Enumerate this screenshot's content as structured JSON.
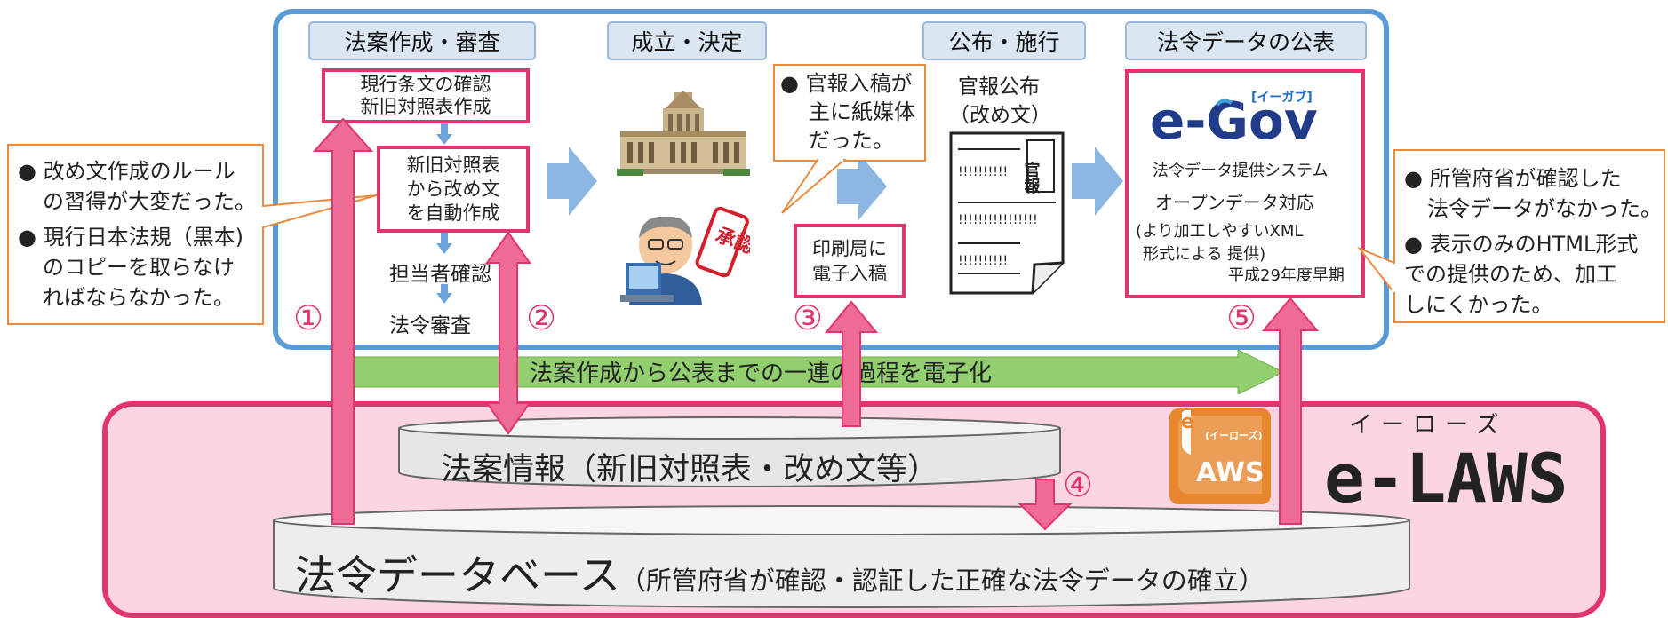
{
  "stages": {
    "s1": "法案作成・審査",
    "s2": "成立・決定",
    "s3": "公布・施行",
    "s4": "法令データの公表"
  },
  "step1": {
    "box1_line1": "現行条文の確認",
    "box1_line2": "新旧対照表作成",
    "box2_line1": "新旧対照表",
    "box2_line2": "から改め文",
    "box2_line3": "を自動作成",
    "check": "担当者確認",
    "review": "法令審査"
  },
  "left_note": {
    "b1_line1": "●  改め文作成のルール",
    "b1_line2": "の習得が大変だった。",
    "b2_line1": "●  現行日本法規（黒本)",
    "b2_line2": "のコピーを取らなけ",
    "b2_line3": "ればならなかった。"
  },
  "step2": {
    "stamp": "承認"
  },
  "gazette_note": {
    "line1": "●  官報入稿が",
    "line2": "主に紙媒体",
    "line3": "だった。"
  },
  "print_box": {
    "line1": "印刷局に",
    "line2": "電子入稿"
  },
  "promulgation": {
    "line1": "官報公布",
    "line2": "（改め文）",
    "paper_tag": "官報"
  },
  "egov": {
    "logo_text": "e-Gov",
    "logo_sub": "[イーガブ]",
    "line1": "法令データ提供システム",
    "line2": "オープンデータ対応",
    "line3": "(より加工しやすいXML",
    "line4": "形式による 提供)",
    "line5": "平成29年度早期"
  },
  "right_note": {
    "b1_line1": "●  所管府省が確認した",
    "b1_line2": "法令データがなかった。",
    "b2_line1": "●  表示のみのHTML形式",
    "b2_line2": "での提供のため、加工",
    "b2_line3": "しにくかった。"
  },
  "numbers": [
    "①",
    "②",
    "③",
    "④",
    "⑤"
  ],
  "digitize_arrow": "法案作成から公表までの一連の過程を電子化",
  "bill_db": "法案情報（新旧対照表・改め文等）",
  "law_db_main": "法令データベース",
  "law_db_sub": "（所管府省が確認・認証した正確な法令データの確立）",
  "elaws": {
    "reading": "イーローズ",
    "name": "e-LAWS",
    "icon_e": "e",
    "icon_reading": "(イーローズ)",
    "icon_text": "AWS"
  },
  "colors": {
    "blue_frame": "#5b9bd5",
    "pink": "#e1356f",
    "pink_bg": "#fbd5df",
    "orange": "#ec8a3f",
    "green": "#92cf6e",
    "light_blue_arrow": "#8db7e3"
  }
}
